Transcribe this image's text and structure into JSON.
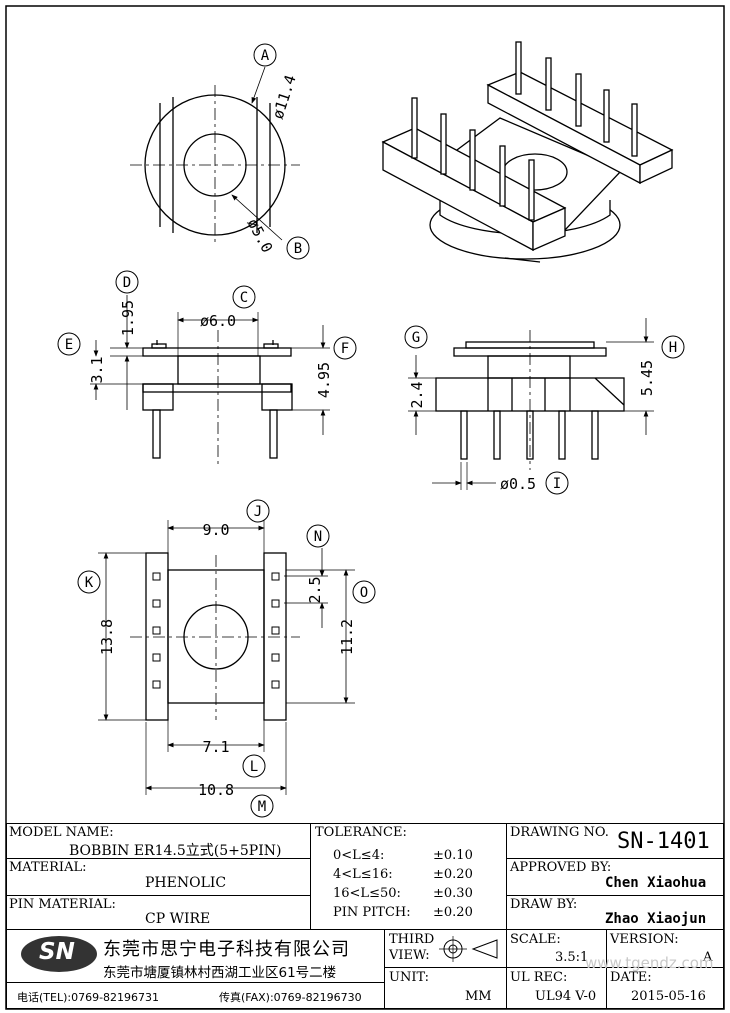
{
  "labels": {
    "A": "A",
    "B": "B",
    "C": "C",
    "D": "D",
    "E": "E",
    "F": "F",
    "G": "G",
    "H": "H",
    "I": "I",
    "J": "J",
    "K": "K",
    "L": "L",
    "M": "M",
    "N": "N",
    "O": "O"
  },
  "dims": {
    "A": "ø11.4",
    "B": "ø5.0",
    "C": "ø6.0",
    "D": "1.95",
    "E": "3.1",
    "F": "4.95",
    "G": "2.4",
    "H": "5.45",
    "I": "ø0.5",
    "J": "9.0",
    "K": "13.8",
    "L": "7.1",
    "M": "10.8",
    "N": "2.5",
    "O": "11.2"
  },
  "title_block": {
    "model_name_label": "MODEL NAME:",
    "model_name": "BOBBIN ER14.5立式(5+5PIN)",
    "material_label": "MATERIAL:",
    "material": "PHENOLIC",
    "pin_material_label": "PIN MATERIAL:",
    "pin_material": "CP WIRE",
    "tolerance_label": "TOLERANCE:",
    "tolerances": [
      {
        "range": "0<L≤4:",
        "value": "±0.10"
      },
      {
        "range": "4<L≤16:",
        "value": "±0.20"
      },
      {
        "range": "16<L≤50:",
        "value": "±0.30"
      },
      {
        "range": "PIN PITCH:",
        "value": "±0.20"
      }
    ],
    "drawing_no_label": "DRAWING NO.",
    "drawing_no": "SN-1401",
    "approved_by_label": "APPROVED BY:",
    "approved_by": "Chen Xiaohua",
    "draw_by_label": "DRAW BY:",
    "draw_by": "Zhao Xiaojun",
    "logo": "SN",
    "company_name": "东莞市思宁电子科技有限公司",
    "company_address": "东莞市塘厦镇林村西湖工业区61号二楼",
    "tel": "电话(TEL):0769-82196731",
    "fax": "传真(FAX):0769-82196730",
    "third_view_label": "THIRD",
    "third_view_label2": "VIEW:",
    "unit_label": "UNIT:",
    "unit": "MM",
    "scale_label": "SCALE:",
    "scale": "3.5:1",
    "version_label": "VERSION:",
    "version": "A",
    "ul_rec_label": "UL REC:",
    "ul_rec": "UL94 V-0",
    "date_label": "DATE:",
    "date": "2015-05-16",
    "watermark": "www.tgendz.com"
  }
}
